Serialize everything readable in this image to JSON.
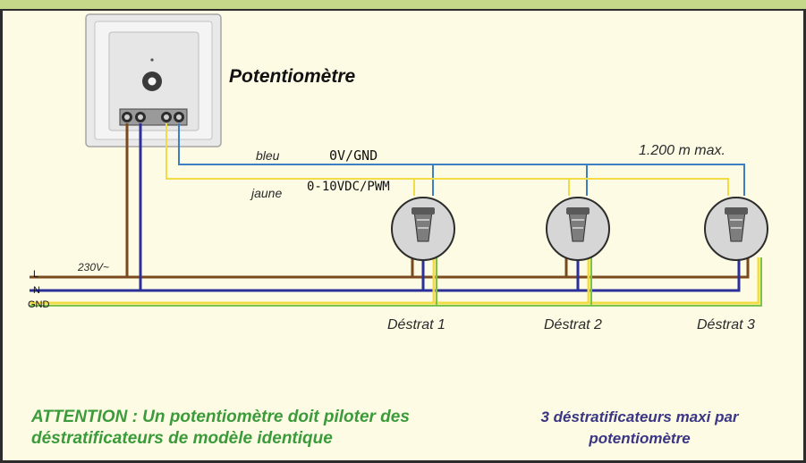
{
  "potentiometer": {
    "title": "Potentiomètre"
  },
  "wires": {
    "blue_label": "bleu",
    "blue_signal": "0V/GND",
    "distance": "1.200 m max.",
    "yellow_label": "jaune",
    "yellow_signal": "0-10VDC/PWM",
    "mains": "230V~",
    "L": "L",
    "N": "N",
    "GND": "GND"
  },
  "destrats": [
    {
      "label": "Déstrat 1"
    },
    {
      "label": "Déstrat 2"
    },
    {
      "label": "Déstrat 3"
    }
  ],
  "notes": {
    "attention": "ATTENTION : Un potentiomètre doit piloter des déstratificateurs de modèle identique",
    "max": "3 déstratificateurs maxi par potentiomètre"
  },
  "colors": {
    "brown": "#7a4a1f",
    "blue": "#2b2f9a",
    "yellow": "#f2dc45",
    "green": "#7cc24a",
    "light_blue": "#3b7fc4",
    "attention": "#3b9b3b",
    "max_note": "#3a3585"
  }
}
